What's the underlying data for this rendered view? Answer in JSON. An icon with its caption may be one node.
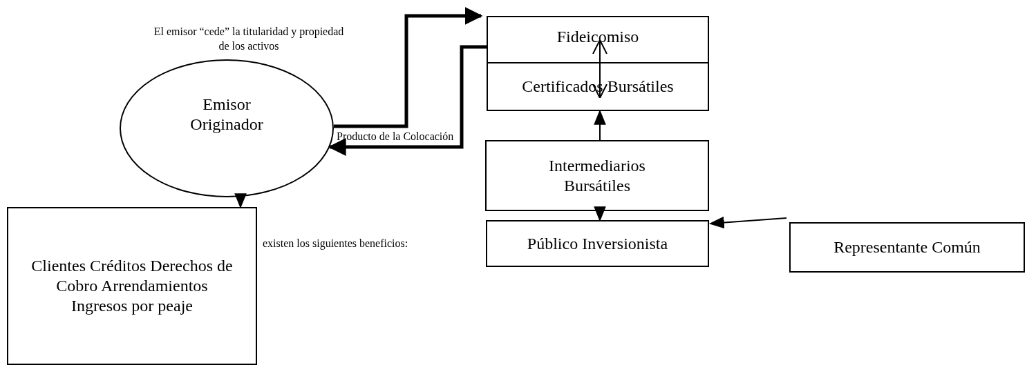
{
  "diagram": {
    "nodes": [
      {
        "text": [
          "Emisor Originador"
        ]
      },
      {
        "text": [
          "Fideicomiso"
        ]
      },
      {
        "text": [
          "Certificados Bursátiles"
        ]
      },
      {
        "text": [
          "Intermediarios Bursátiles"
        ]
      },
      {
        "text": [
          "Público Inversionista"
        ]
      },
      {
        "text": [
          "Representante Común"
        ]
      },
      {
        "text": [
          "Clientes Créditos Derechos de Cobro Arrendamientos Ingresos por peaje"
        ],
        "beside": [
          "existen los siguientes beneficios:"
        ]
      }
    ],
    "edges": [
      {
        "from": 0,
        "to": 1,
        "arrow": "to",
        "style": "thick"
      },
      {
        "from": 1,
        "to": 0,
        "arrow": "to",
        "style": "thick",
        "label": "Producto de la Colocación"
      },
      {
        "from": 0,
        "to": 6,
        "arrow": "to"
      },
      {
        "from": 1,
        "to": 2,
        "arrow": "both"
      },
      {
        "from": 3,
        "to": 2,
        "arrow": "to"
      },
      {
        "from": 3,
        "to": 4,
        "arrow": "to"
      },
      {
        "from": 5,
        "to": 4,
        "arrow": "to"
      }
    ],
    "labels": [
      "El emisor “cede” la titularidad y propiedad de los activos"
    ]
  }
}
